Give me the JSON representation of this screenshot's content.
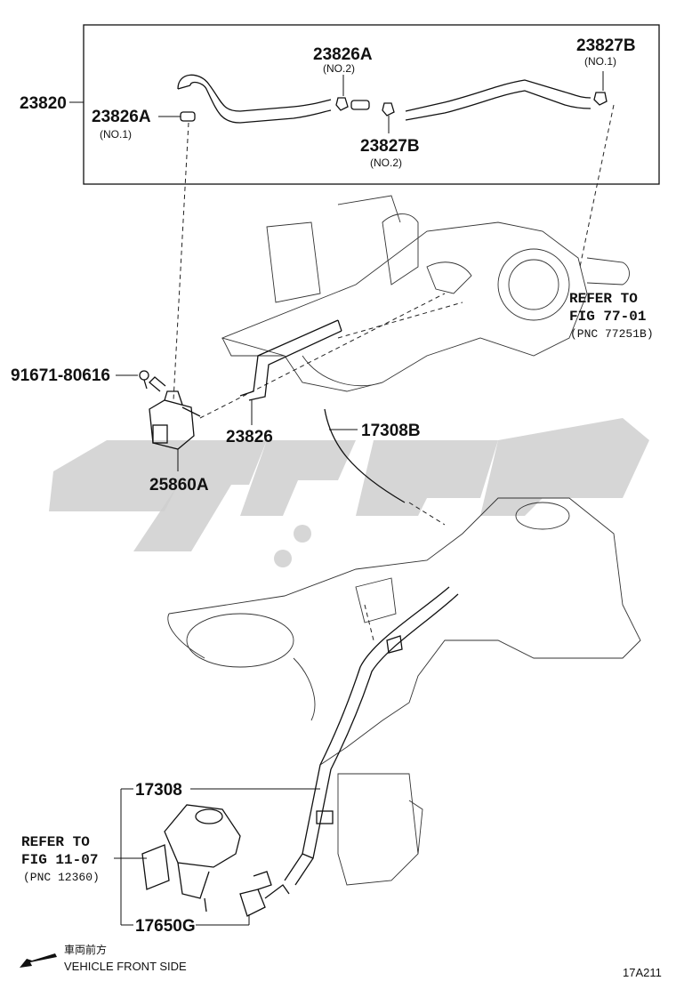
{
  "labels": {
    "assy": "23820",
    "clip_a1": "23826A",
    "clip_a1_sub": "(NO.1)",
    "clip_a2": "23826A",
    "clip_a2_sub": "(NO.2)",
    "clip_b1": "23827B",
    "clip_b1_sub": "(NO.1)",
    "clip_b2": "23827B",
    "clip_b2_sub": "(NO.2)",
    "bolt": "91671-80616",
    "hose": "23826",
    "vsv": "25860A",
    "tube_b": "17308B",
    "tube": "17308",
    "valve": "17650G"
  },
  "refs": {
    "fig77_line1": "REFER TO",
    "fig77_line2": "FIG 77-01",
    "fig77_pnc": "(PNC 77251B)",
    "fig11_line1": "REFER TO",
    "fig11_line2": "FIG 11-07",
    "fig11_pnc": "(PNC 12360)"
  },
  "footer": {
    "front_jp": "車両前方",
    "front_en": "VEHICLE FRONT SIDE",
    "code": "17A211"
  },
  "icons": {
    "front_arrow": "arrow-left-down-icon"
  }
}
